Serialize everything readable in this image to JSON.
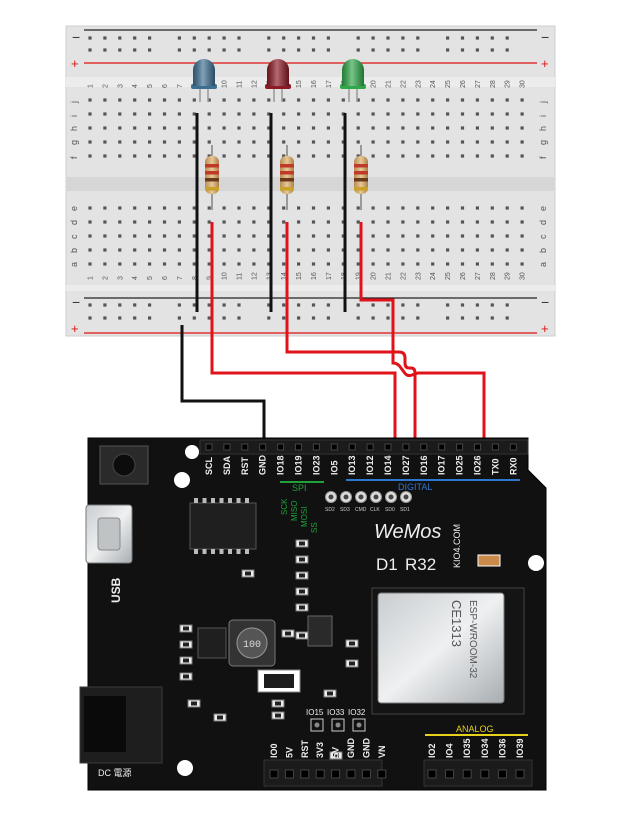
{
  "breadboard": {
    "rail_plus": "+",
    "rail_minus": "−",
    "row_letters_top": [
      "j",
      "i",
      "h",
      "g",
      "f"
    ],
    "row_letters_bottom": [
      "e",
      "d",
      "c",
      "b",
      "a"
    ],
    "column_numbers": [
      "1",
      "2",
      "3",
      "4",
      "5",
      "6",
      "7",
      "8",
      "9",
      "10",
      "11",
      "12",
      "13",
      "14",
      "15",
      "16",
      "17",
      "18",
      "19",
      "20",
      "21",
      "22",
      "23",
      "24",
      "25",
      "26",
      "27",
      "28",
      "29",
      "30"
    ]
  },
  "leds": [
    {
      "color_name": "blue",
      "color": "#3d6f92"
    },
    {
      "color_name": "red",
      "color": "#8c1a24"
    },
    {
      "color_name": "green",
      "color": "#2fa84a"
    }
  ],
  "wires": {
    "signal_color": "#e0121a",
    "ground_color": "#111111"
  },
  "board": {
    "brand": "WeMos",
    "model_d1": "D1",
    "model_r32": "R32",
    "site": "KIO4.COM",
    "usb_label": "USB",
    "dc_label": "DC 電源",
    "chip_model": "ESP-WROOM-32",
    "chip_ce": "CE1313",
    "spi_label": "SPI",
    "digital_label": "DIGITAL",
    "analog_label": "ANALOG",
    "top_header_pins": [
      "SCL",
      "SDA",
      "RST",
      "GND",
      "IO18",
      "IO19",
      "IO23",
      "IO5",
      "IO13",
      "IO12",
      "IO14",
      "IO27",
      "IO16",
      "IO17",
      "IO25",
      "IO26",
      "TX0",
      "RX0"
    ],
    "spi_side_labels": [
      "SCK",
      "MISO",
      "MOSI",
      "SS"
    ],
    "small_pads": [
      "SD2",
      "SD3",
      "CMD",
      "CLK",
      "SD0",
      "SD1"
    ],
    "middle_pins": [
      "IO15",
      "IO33",
      "IO32"
    ],
    "bottom_power_pins": [
      "IO0",
      "5V",
      "RST",
      "3V3",
      "5V",
      "GND",
      "GND",
      "VN"
    ],
    "bottom_analog_pins": [
      "IO2",
      "IO4",
      "IO35",
      "IO34",
      "IO36",
      "IO39"
    ],
    "inductor_code": "100"
  }
}
